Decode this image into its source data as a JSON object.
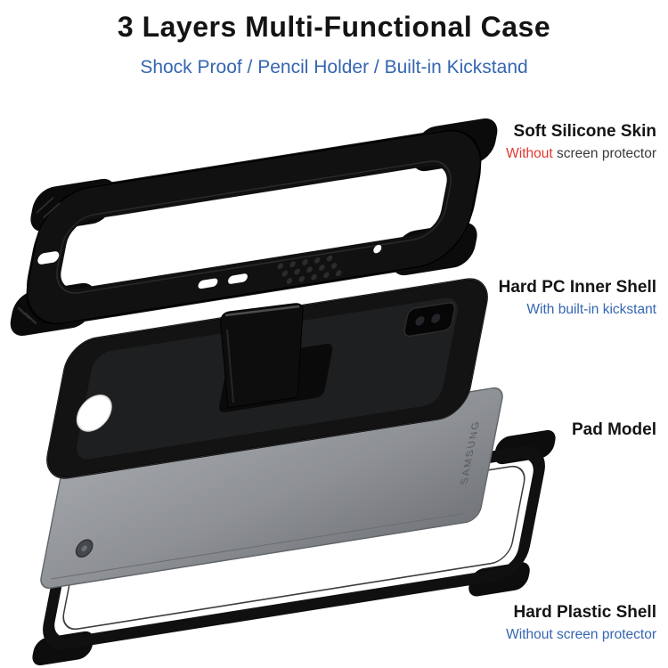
{
  "title": "3 Layers Multi-Functional Case",
  "subtitle": "Shock Proof / Pencil Holder / Built-in Kickstand",
  "callouts": {
    "silicone": {
      "title": "Soft Silicone Skin",
      "desc_highlight": "Without",
      "desc_rest": " screen protector"
    },
    "inner_shell": {
      "title": "Hard PC Inner Shell",
      "desc": "With built-in kickstant"
    },
    "pad": {
      "title": "Pad Model"
    },
    "plastic_shell": {
      "title": "Hard Plastic Shell",
      "desc": "Without screen protector"
    }
  },
  "tablet": {
    "brand": "SAMSUNG"
  },
  "colors": {
    "accent_blue": "#3566b0",
    "highlight_red": "#e2382f",
    "case_black": "#111111",
    "tablet_gray": "#8d9094"
  }
}
